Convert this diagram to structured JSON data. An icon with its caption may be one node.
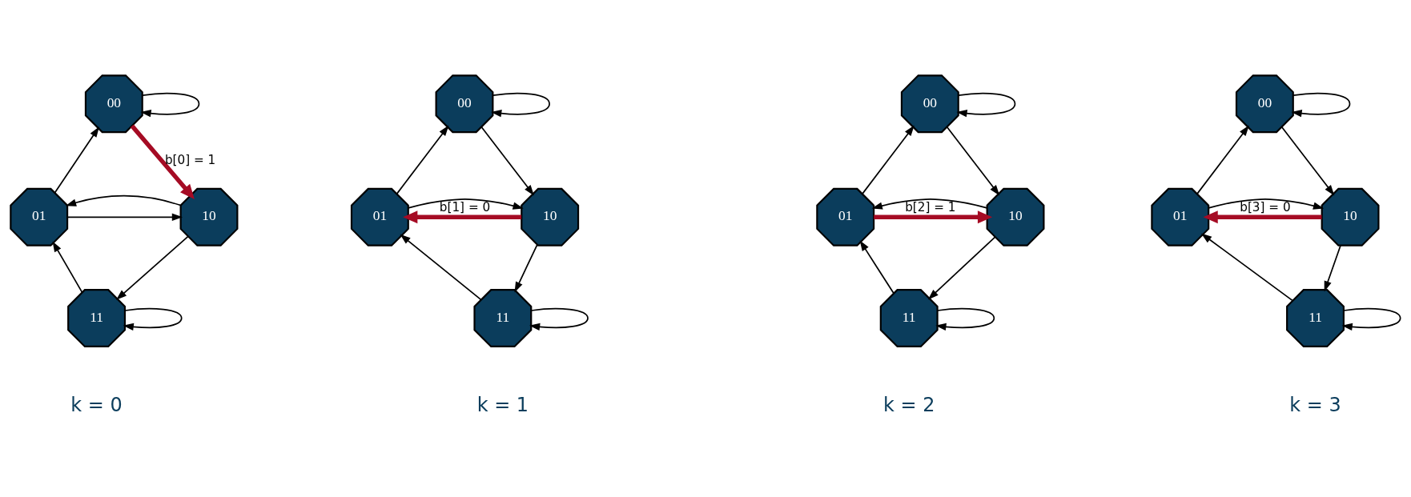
{
  "diagram": {
    "nodes": [
      {
        "text": [
          "00"
        ]
      },
      {
        "text": [
          "01"
        ]
      },
      {
        "text": [
          "10"
        ]
      },
      {
        "text": [
          "11"
        ]
      },
      {
        "text": [
          "00"
        ]
      },
      {
        "text": [
          "01"
        ]
      },
      {
        "text": [
          "10"
        ]
      },
      {
        "text": [
          "11"
        ]
      },
      {
        "text": [
          "00"
        ]
      },
      {
        "text": [
          "01"
        ]
      },
      {
        "text": [
          "10"
        ]
      },
      {
        "text": [
          "11"
        ]
      },
      {
        "text": [
          "00"
        ]
      },
      {
        "text": [
          "01"
        ]
      },
      {
        "text": [
          "10"
        ]
      },
      {
        "text": [
          "11"
        ]
      }
    ],
    "edges": [
      {
        "from": 0,
        "to": 0,
        "arrow": "to"
      },
      {
        "from": 0,
        "to": 2,
        "arrow": "to",
        "label": "b[0] = 1",
        "style": "thick",
        "color": "#a50b24"
      },
      {
        "from": 1,
        "to": 0,
        "arrow": "to"
      },
      {
        "from": 1,
        "to": 2,
        "arrow": "to"
      },
      {
        "from": 2,
        "to": 1,
        "arrow": "to"
      },
      {
        "from": 2,
        "to": 3,
        "arrow": "to"
      },
      {
        "from": 3,
        "to": 1,
        "arrow": "to"
      },
      {
        "from": 3,
        "to": 3,
        "arrow": "to"
      },
      {
        "from": 4,
        "to": 4,
        "arrow": "to"
      },
      {
        "from": 4,
        "to": 6,
        "arrow": "to"
      },
      {
        "from": 5,
        "to": 4,
        "arrow": "to"
      },
      {
        "from": 5,
        "to": 6,
        "arrow": "to"
      },
      {
        "from": 6,
        "to": 5,
        "arrow": "to",
        "label": "b[1] = 0",
        "style": "thick",
        "color": "#a50b24"
      },
      {
        "from": 6,
        "to": 7,
        "arrow": "to"
      },
      {
        "from": 7,
        "to": 5,
        "arrow": "to"
      },
      {
        "from": 7,
        "to": 7,
        "arrow": "to"
      },
      {
        "from": 8,
        "to": 8,
        "arrow": "to"
      },
      {
        "from": 8,
        "to": 10,
        "arrow": "to"
      },
      {
        "from": 9,
        "to": 8,
        "arrow": "to"
      },
      {
        "from": 9,
        "to": 10,
        "arrow": "to",
        "label": "b[2] = 1",
        "style": "thick",
        "color": "#a50b24"
      },
      {
        "from": 10,
        "to": 9,
        "arrow": "to"
      },
      {
        "from": 10,
        "to": 11,
        "arrow": "to"
      },
      {
        "from": 11,
        "to": 9,
        "arrow": "to"
      },
      {
        "from": 11,
        "to": 11,
        "arrow": "to"
      },
      {
        "from": 12,
        "to": 12,
        "arrow": "to"
      },
      {
        "from": 12,
        "to": 14,
        "arrow": "to"
      },
      {
        "from": 13,
        "to": 12,
        "arrow": "to"
      },
      {
        "from": 13,
        "to": 14,
        "arrow": "to"
      },
      {
        "from": 14,
        "to": 13,
        "arrow": "to",
        "label": "b[3] = 0",
        "style": "thick",
        "color": "#a50b24"
      },
      {
        "from": 14,
        "to": 15,
        "arrow": "to"
      },
      {
        "from": 15,
        "to": 13,
        "arrow": "to"
      },
      {
        "from": 15,
        "to": 15,
        "arrow": "to"
      }
    ],
    "labels": [
      "k = 0",
      "k = 1",
      "k = 2",
      "k = 3"
    ]
  }
}
